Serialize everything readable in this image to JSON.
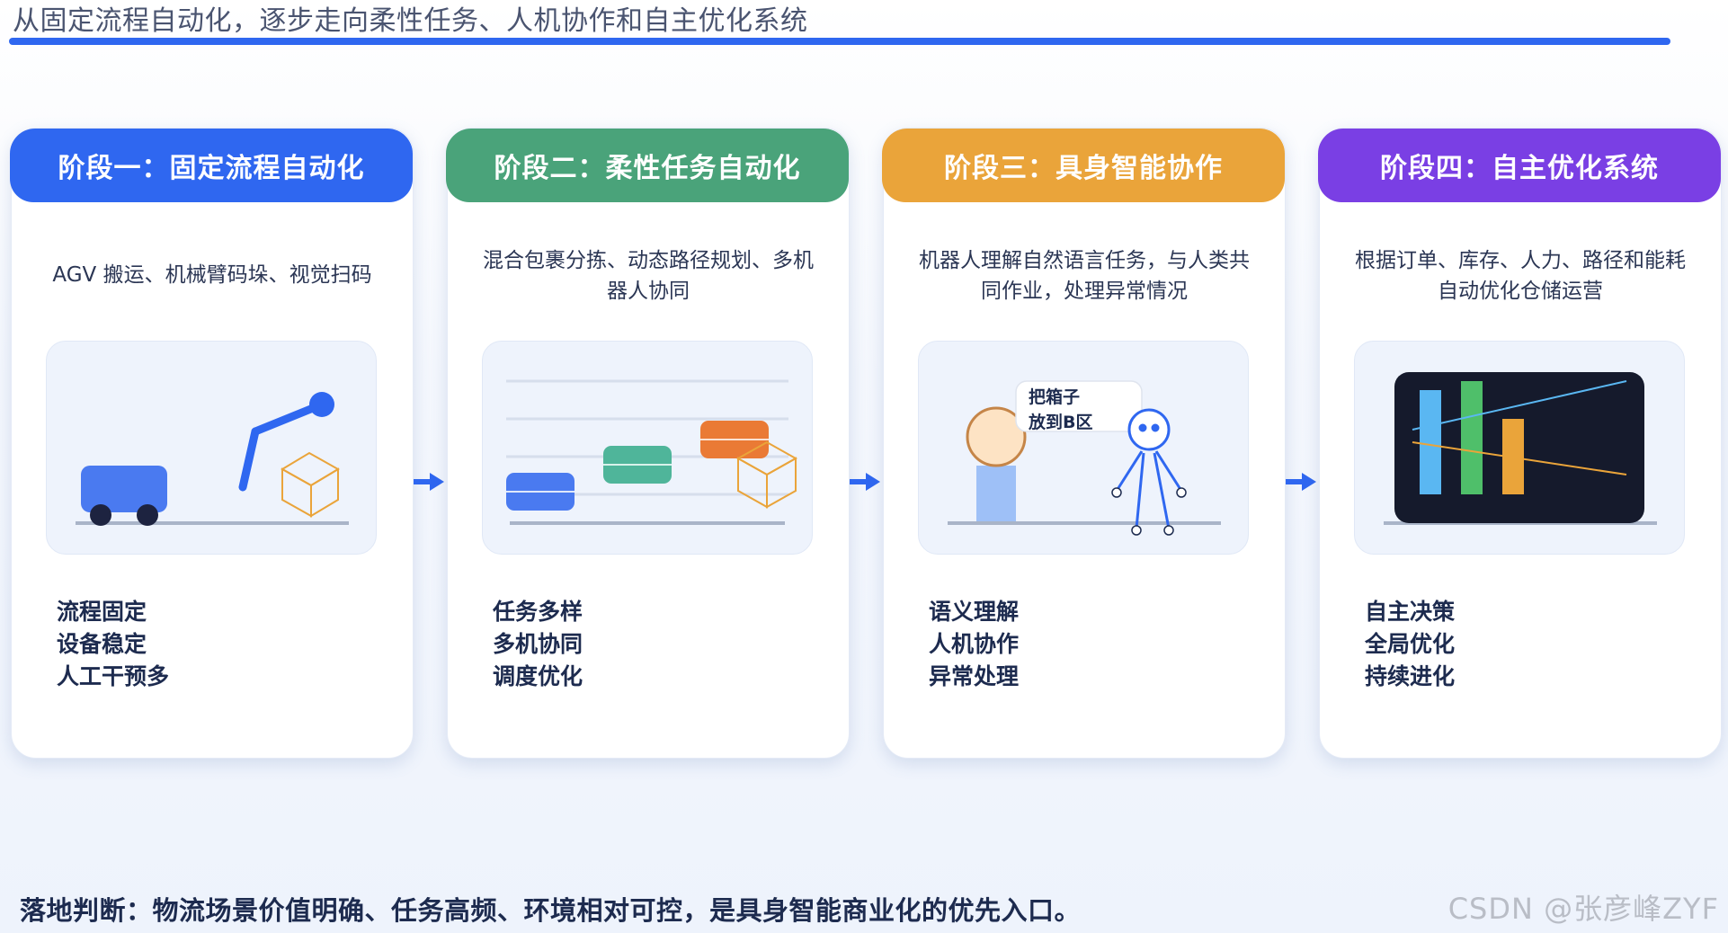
{
  "header": {
    "title": "从固定流程自动化，逐步走向柔性任务、人机协作和自主优化系统"
  },
  "stages": [
    {
      "title": "阶段一：固定流程自动化",
      "color": "#2f67f0",
      "desc": "AGV 搬运、机械臂码垛、视觉扫码",
      "traits": [
        "流程固定",
        "设备稳定",
        "人工干预多"
      ]
    },
    {
      "title": "阶段二：柔性任务自动化",
      "color": "#4aa37a",
      "desc": "混合包裹分拣、动态路径规划、多机器人协同",
      "traits": [
        "任务多样",
        "多机协同",
        "调度优化"
      ]
    },
    {
      "title": "阶段三：具身智能协作",
      "color": "#eaa43a",
      "desc": "机器人理解自然语言任务，与人类共同作业，处理异常情况",
      "speech": "把箱子\n放到B区",
      "traits": [
        "语义理解",
        "人机协作",
        "异常处理"
      ]
    },
    {
      "title": "阶段四：自主优化系统",
      "color": "#7a3fe4",
      "desc": "根据订单、库存、人力、路径和能耗自动优化仓储运营",
      "traits": [
        "自主决策",
        "全局优化",
        "持续进化"
      ]
    }
  ],
  "footer": {
    "note": "落地判断：物流场景价值明确、任务高频、环境相对可控，是具身智能商业化的优先入口。",
    "watermark": "CSDN @张彦峰ZYF"
  }
}
